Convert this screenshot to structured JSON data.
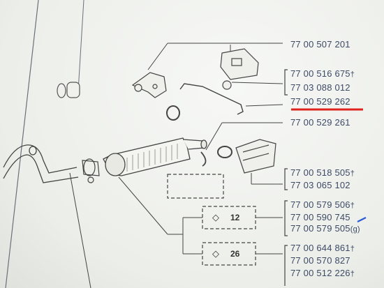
{
  "part_numbers": [
    {
      "text": "77 00 507 201",
      "suffix": ""
    },
    {
      "text": "77 00 516 675",
      "suffix": "†"
    },
    {
      "text": "77 03 088 012",
      "suffix": ""
    },
    {
      "text": "77 00 529 262",
      "suffix": ""
    },
    {
      "text": "77 00 529 261",
      "suffix": ""
    },
    {
      "text": "77 00 518 505",
      "suffix": "†"
    },
    {
      "text": "77 03 065 102",
      "suffix": ""
    },
    {
      "text": "77 00 579 506",
      "suffix": "†"
    },
    {
      "text": "77 00 590 745",
      "suffix": ""
    },
    {
      "text": "77 00 579 505",
      "suffix": "(g)"
    },
    {
      "text": "77 00 644 861",
      "suffix": "†"
    },
    {
      "text": "77 00 570 827",
      "suffix": ""
    },
    {
      "text": "77 00 512 226",
      "suffix": "†"
    }
  ],
  "highlighted_part": "77 00 529 262",
  "highlight_color": "#e0231c",
  "ink_color": "#3d4a66",
  "box_labels": [
    {
      "symbol": "◇",
      "value": "12"
    },
    {
      "symbol": "◇",
      "value": "26"
    }
  ]
}
